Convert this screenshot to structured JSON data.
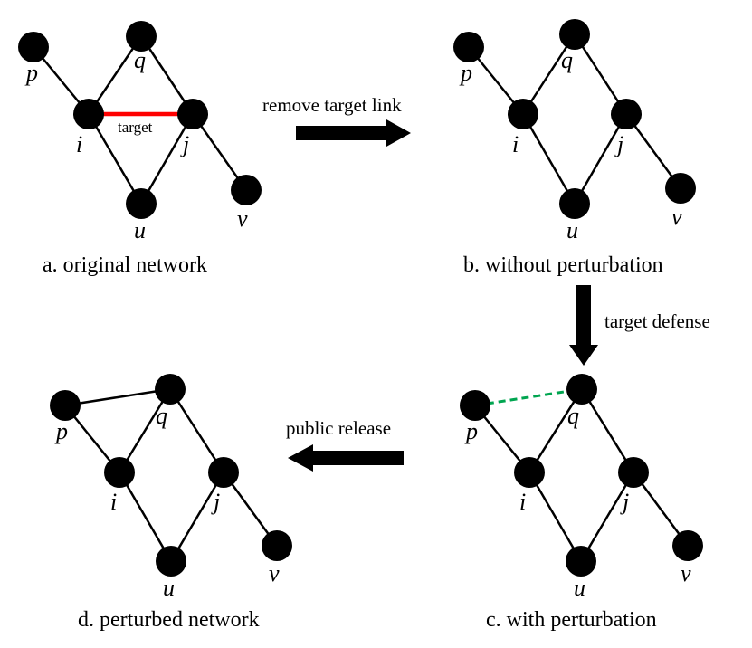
{
  "colors": {
    "node": "#000000",
    "edge": "#000000",
    "target_edge": "#ff0000",
    "perturbation_edge": "#00a550"
  },
  "node_labels": {
    "p": "p",
    "q": "q",
    "i": "i",
    "j": "j",
    "u": "u",
    "v": "v"
  },
  "panels": {
    "a": {
      "caption": "a.  original   network",
      "target_label": "target"
    },
    "b": {
      "caption": "b.  without  perturbation"
    },
    "c": {
      "caption": "c.  with perturbation"
    },
    "d": {
      "caption": "d.  perturbed network"
    }
  },
  "steps": {
    "remove": "remove target link",
    "defense": "target defense",
    "release": "public release"
  }
}
